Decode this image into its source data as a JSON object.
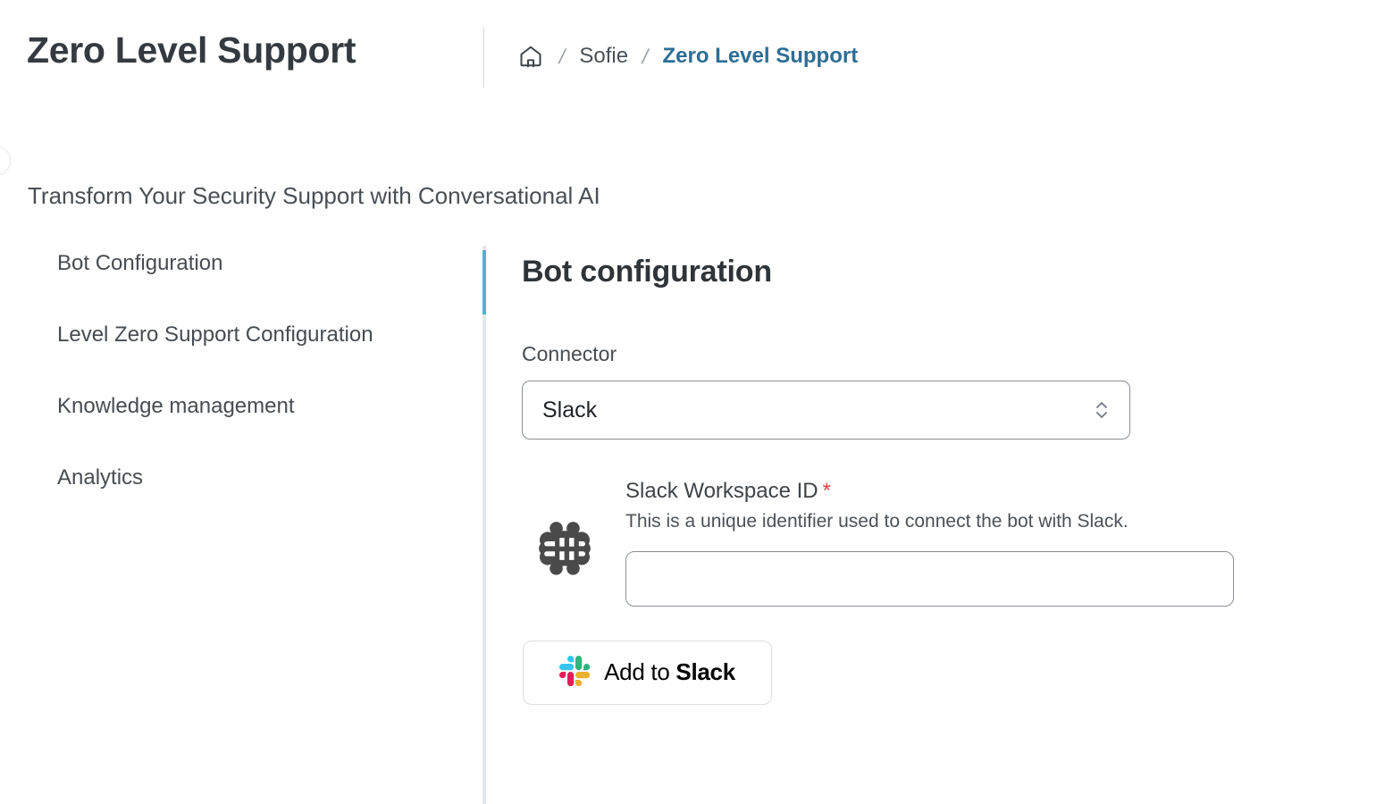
{
  "header": {
    "title": "Zero Level Support",
    "breadcrumb": {
      "home_icon": "home-icon",
      "separator": "/",
      "items": [
        {
          "label": "Sofie",
          "active": false
        },
        {
          "label": "Zero Level Support",
          "active": true
        }
      ]
    }
  },
  "subtitle": "Transform Your Security Support with Conversational AI",
  "sidebar": {
    "items": [
      {
        "label": "Bot Configuration",
        "active": true
      },
      {
        "label": "Level Zero Support Configuration",
        "active": false
      },
      {
        "label": "Knowledge management",
        "active": false
      },
      {
        "label": "Analytics",
        "active": false
      }
    ]
  },
  "main": {
    "panel_title": "Bot configuration",
    "connector": {
      "label": "Connector",
      "selected": "Slack",
      "options": [
        "Slack"
      ],
      "chevron_icon": "chevron-up-down-icon"
    },
    "workspace": {
      "icon": "slack-hash-icon",
      "label": "Slack Workspace ID",
      "required_marker": "*",
      "help_text": "This is a unique identifier used to connect the bot with Slack.",
      "input_value": "",
      "input_placeholder": ""
    },
    "add_to_slack": {
      "icon": "slack-logo-icon",
      "label_prefix": "Add to ",
      "label_brand": "Slack"
    }
  },
  "colors": {
    "accent_cyan": "#4db5cd",
    "breadcrumb_active": "#2d6e94",
    "required_red": "#d64545",
    "slack_blue": "#36C5F0",
    "slack_green": "#2EB67D",
    "slack_yellow": "#ECB22E",
    "slack_red": "#E01E5A"
  }
}
